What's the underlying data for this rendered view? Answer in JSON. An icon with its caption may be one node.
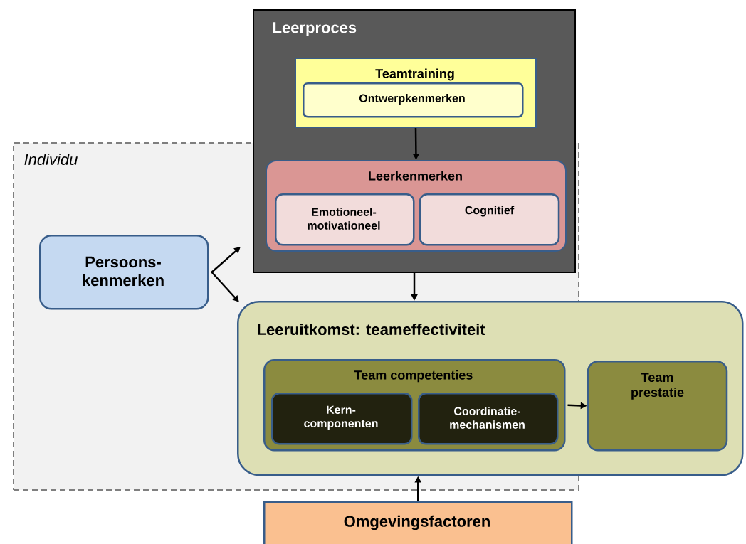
{
  "diagram": {
    "nodes": [
      {
        "text": [
          "Individu"
        ]
      },
      {
        "text": [
          "Leerproces"
        ]
      },
      {
        "text": [
          "Teamtraining"
        ],
        "in": 1
      },
      {
        "text": [
          "Ontwerpkenmerken"
        ],
        "in": 2
      },
      {
        "text": [
          "Leerkenmerken"
        ]
      },
      {
        "text": [
          "Emotioneel- motivationeel"
        ],
        "in": 4
      },
      {
        "text": [
          "Cognitief"
        ],
        "in": 4
      },
      {
        "text": [
          "Persoons- kenmerken"
        ],
        "in": 0
      },
      {
        "text": [
          "Leeruitkomst: teameffectiviteit"
        ]
      },
      {
        "text": [
          "Team competenties"
        ]
      },
      {
        "text": [
          "Kern- componenten"
        ],
        "in": 9
      },
      {
        "text": [
          "Coordinatie- mechanismen"
        ],
        "in": 9
      },
      {
        "text": [
          "Team prestatie"
        ],
        "in": 8
      },
      {
        "text": [
          "Omgevingsfactoren"
        ]
      }
    ],
    "edges": [
      {
        "from": 2,
        "to": 4,
        "arrow": "to"
      },
      {
        "from": 7,
        "to": 1,
        "arrow": "to"
      },
      {
        "from": 7,
        "to": 8,
        "arrow": "to"
      },
      {
        "from": 1,
        "to": 8,
        "arrow": "to"
      },
      {
        "from": 9,
        "to": 12,
        "arrow": "to"
      },
      {
        "from": 13,
        "to": 8,
        "arrow": "to"
      }
    ]
  }
}
